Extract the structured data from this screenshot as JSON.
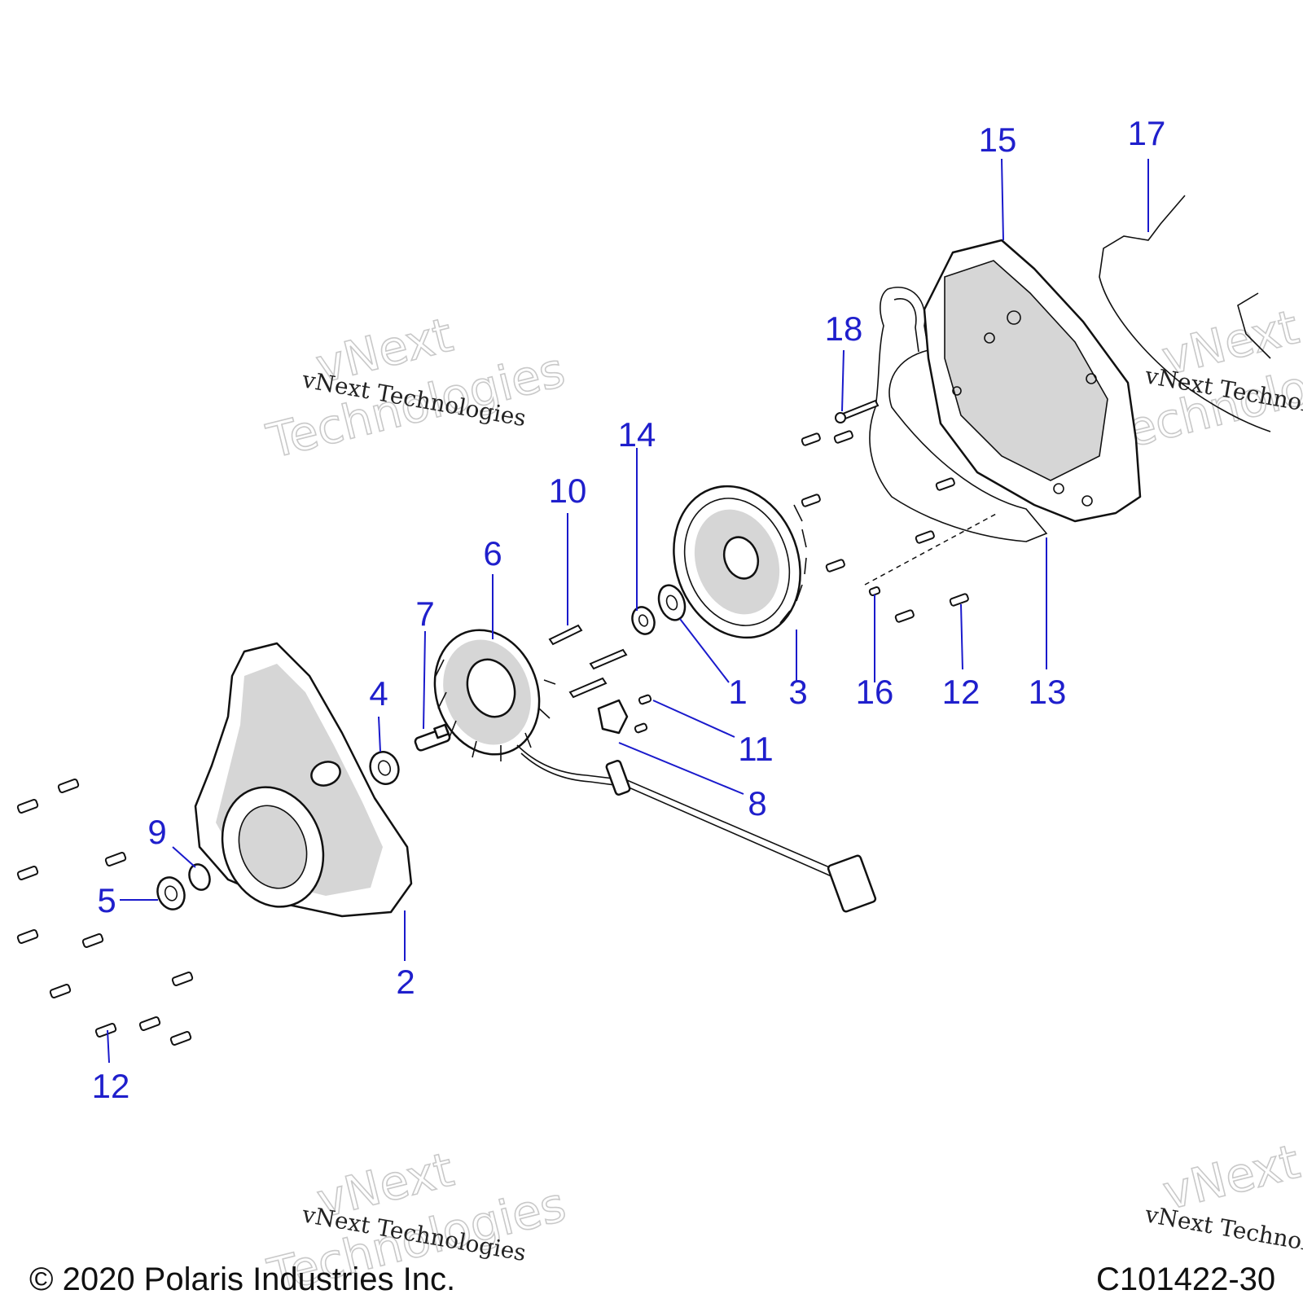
{
  "diagram": {
    "callouts": [
      {
        "label": "15"
      },
      {
        "label": "17"
      },
      {
        "label": "18"
      },
      {
        "label": "14"
      },
      {
        "label": "10"
      },
      {
        "label": "6"
      },
      {
        "label": "7"
      },
      {
        "label": "4"
      },
      {
        "label": "1"
      },
      {
        "label": "3"
      },
      {
        "label": "16"
      },
      {
        "label": "12"
      },
      {
        "label": "13"
      },
      {
        "label": "11"
      },
      {
        "label": "8"
      },
      {
        "label": "9"
      },
      {
        "label": "5"
      },
      {
        "label": "2"
      },
      {
        "label": "12"
      }
    ]
  },
  "watermarks": {
    "small_text": "vNext Technologies",
    "big_line1": "vNext",
    "big_line2": "Technologies"
  },
  "footer": {
    "copyright": "© 2020 Polaris Industries Inc.",
    "figure_code": "C101422-30"
  }
}
